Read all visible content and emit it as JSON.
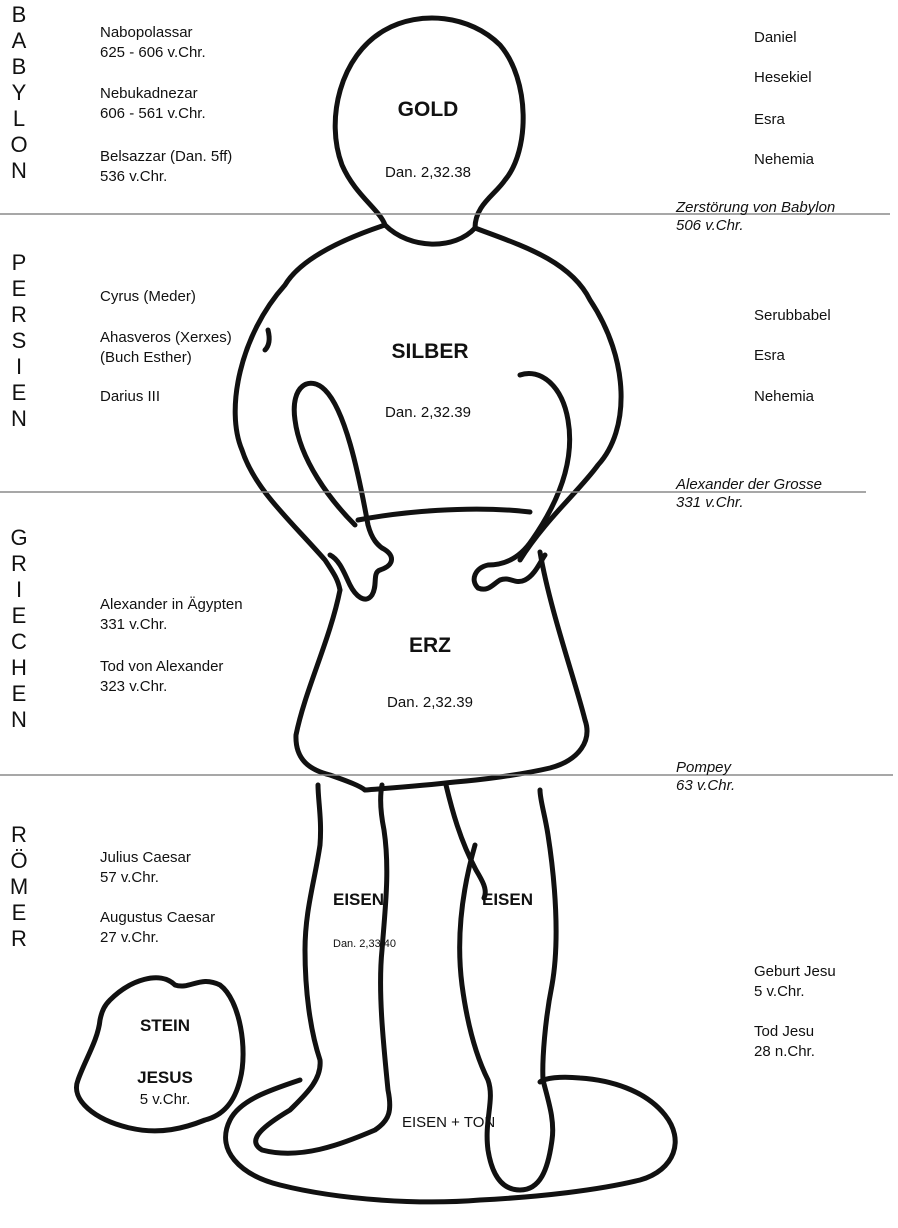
{
  "eras": [
    {
      "name": "babylon",
      "letters": [
        "B",
        "A",
        "B",
        "Y",
        "L",
        "O",
        "N"
      ]
    },
    {
      "name": "persien",
      "letters": [
        "P",
        "E",
        "R",
        "S",
        "I",
        "E",
        "N"
      ]
    },
    {
      "name": "griechen",
      "letters": [
        "G",
        "R",
        "I",
        "E",
        "C",
        "H",
        "E",
        "N"
      ]
    },
    {
      "name": "roemer",
      "letters": [
        "R",
        "Ö",
        "M",
        "E",
        "R"
      ]
    }
  ],
  "rulers": {
    "babylon": [
      {
        "name": "Nabopolassar",
        "date": "625 - 606 v.Chr."
      },
      {
        "name": "Nebukadnezar",
        "date": "606 - 561 v.Chr."
      },
      {
        "name": "Belsazzar (Dan. 5ff)",
        "date": "536 v.Chr."
      }
    ],
    "persien": [
      {
        "name": "Cyrus (Meder)"
      },
      {
        "name": "Ahasveros (Xerxes)",
        "date": "(Buch Esther)"
      },
      {
        "name": "Darius III"
      }
    ],
    "griechen": [
      {
        "name": "Alexander in Ägypten",
        "date": "331 v.Chr."
      },
      {
        "name": "Tod von Alexander",
        "date": "323 v.Chr."
      }
    ],
    "roemer": [
      {
        "name": "Julius Caesar",
        "date": "57 v.Chr."
      },
      {
        "name": "Augustus Caesar",
        "date": "27 v.Chr."
      }
    ]
  },
  "prophets": {
    "babylon": [
      "Daniel",
      "Hesekiel",
      "Esra",
      "Nehemia"
    ],
    "persien": [
      "Serubbabel",
      "Esra",
      "Nehemia"
    ],
    "roemer": [
      {
        "name": "Geburt Jesu",
        "date": "5 v.Chr."
      },
      {
        "name": "Tod Jesu",
        "date": "28 n.Chr."
      }
    ]
  },
  "transitions": [
    {
      "event": "Zerstörung von Babylon",
      "date": "506 v.Chr."
    },
    {
      "event": "Alexander der Grosse",
      "date": "331 v.Chr."
    },
    {
      "event": "Pompey",
      "date": "63 v.Chr."
    }
  ],
  "statue": {
    "gold": {
      "metal": "GOLD",
      "ref": "Dan. 2,32.38"
    },
    "silber": {
      "metal": "SILBER",
      "ref": "Dan. 2,32.39"
    },
    "erz": {
      "metal": "ERZ",
      "ref": "Dan. 2,32.39"
    },
    "eisen_left": {
      "metal": "EISEN",
      "ref": "Dan. 2,33.40"
    },
    "eisen_right": {
      "metal": "EISEN"
    },
    "feet": {
      "label": "EISEN + TON"
    }
  },
  "stone": {
    "title": "STEIN",
    "name": "JESUS",
    "date": "5 v.Chr."
  },
  "colors": {
    "ink": "#111111",
    "background": "#ffffff",
    "divider": "#8a8a8a"
  }
}
